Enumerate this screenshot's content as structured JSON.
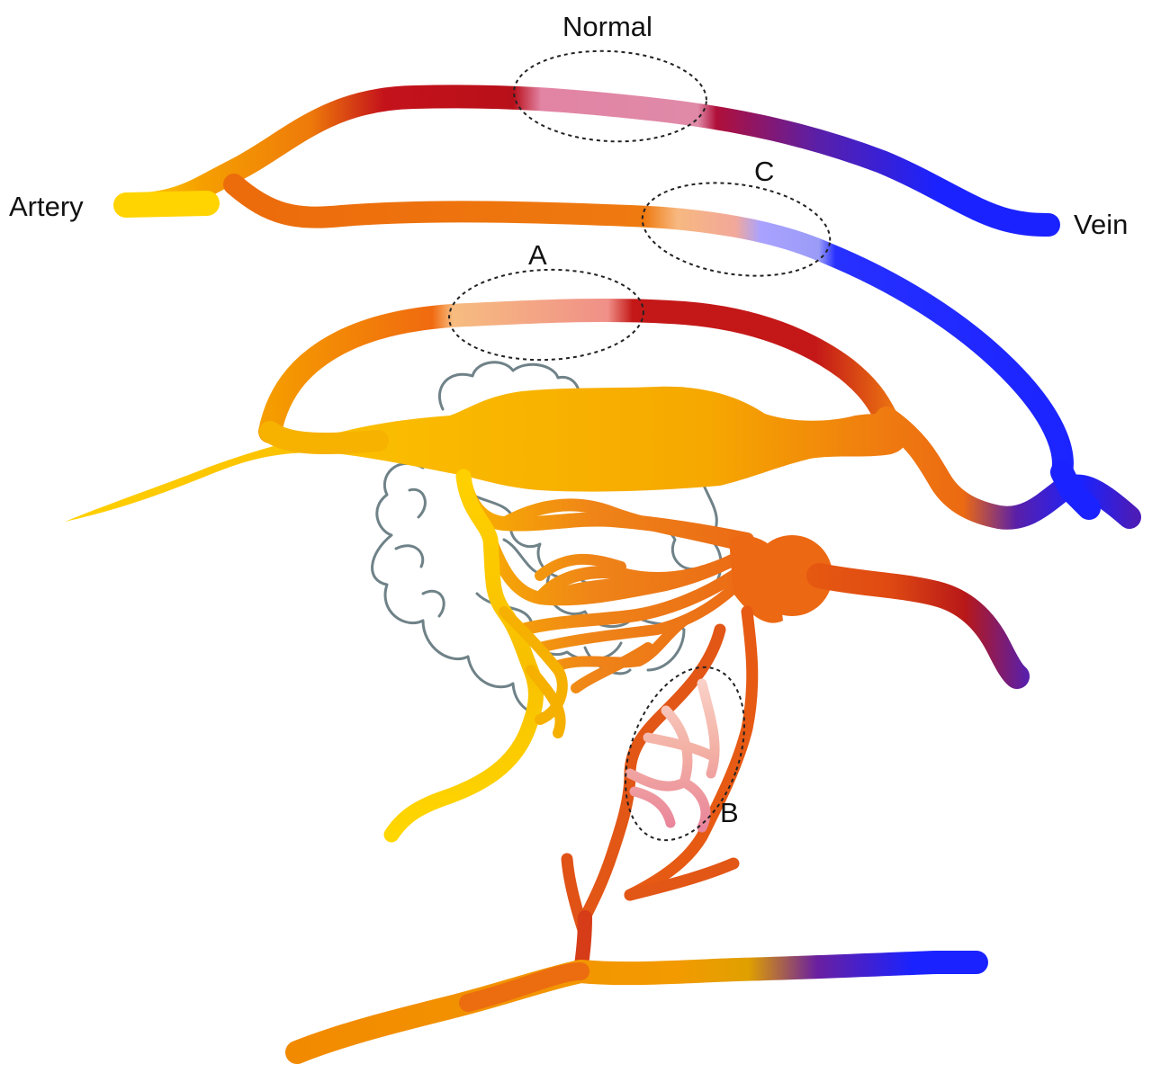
{
  "labels": {
    "normal": "Normal",
    "artery": "Artery",
    "vein": "Vein",
    "a": "A",
    "b": "B",
    "c": "C"
  },
  "colors": {
    "arterial_yellow": "#ffd000",
    "arterial_orange": "#f39200",
    "arterial_red": "#b5121b",
    "venous_purple": "#5a1fa8",
    "venous_blue": "#1a22ff",
    "normal_pink": "#e284a4",
    "brain_outline": "#6f8288"
  }
}
